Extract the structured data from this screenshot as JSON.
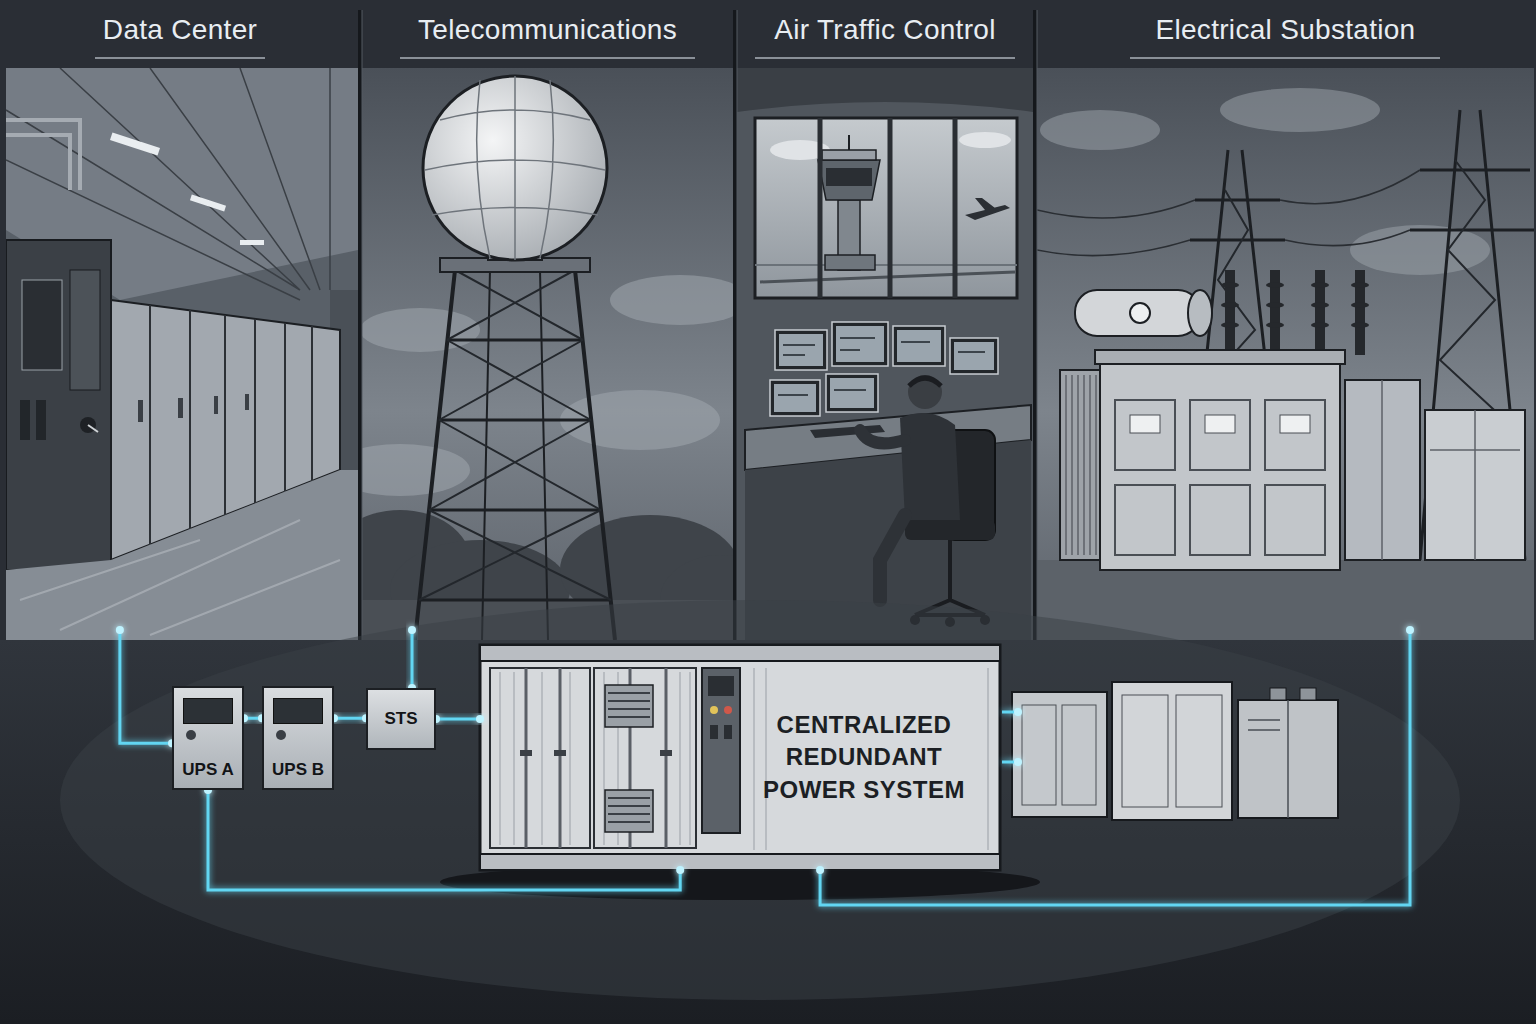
{
  "diagram": {
    "nodes": [
      {
        "text": [
          "Data Center"
        ]
      },
      {
        "text": [
          "Telecommunications"
        ]
      },
      {
        "text": [
          "Air Traffic Control"
        ]
      },
      {
        "text": [
          "Electrical Substation"
        ]
      },
      {
        "text": [
          "UPS A"
        ]
      },
      {
        "text": [
          "UPS B"
        ]
      },
      {
        "text": [
          "STS"
        ]
      },
      {
        "text": [
          "CENTRALIZED REDUNDANT POWER SYSTEM"
        ]
      }
    ],
    "edges": [
      {
        "from": 0,
        "to": 4,
        "arrow": "none"
      },
      {
        "from": 4,
        "to": 5,
        "arrow": "none"
      },
      {
        "from": 5,
        "to": 6,
        "arrow": "none"
      },
      {
        "from": 1,
        "to": 6,
        "arrow": "none"
      },
      {
        "from": 6,
        "to": 7,
        "arrow": "none"
      },
      {
        "from": 3,
        "to": 7,
        "arrow": "none"
      },
      {
        "from": 4,
        "to": 7,
        "arrow": "none"
      }
    ]
  }
}
